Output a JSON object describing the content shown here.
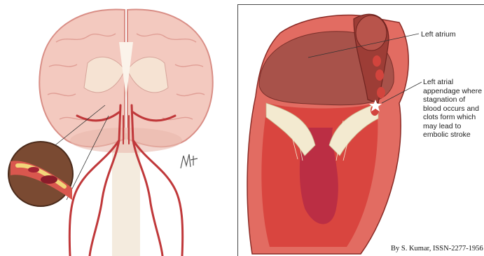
{
  "heart": {
    "left_atrium_label": "Left atrium",
    "appendage_label": "Left atrial\nappendage where\nstagnation of\nblood occurs and\nclots form which\nmay lead to\nembolic stroke"
  },
  "credit": "By S. Kumar, ISSN-2277-1956",
  "colors": {
    "brain_tissue": "#f3c9bf",
    "brain_outline": "#d98e86",
    "artery": "#c0383a",
    "heart_muscle": "#d9453f",
    "atrium": "#a8524a",
    "valve": "#f3ead0"
  }
}
